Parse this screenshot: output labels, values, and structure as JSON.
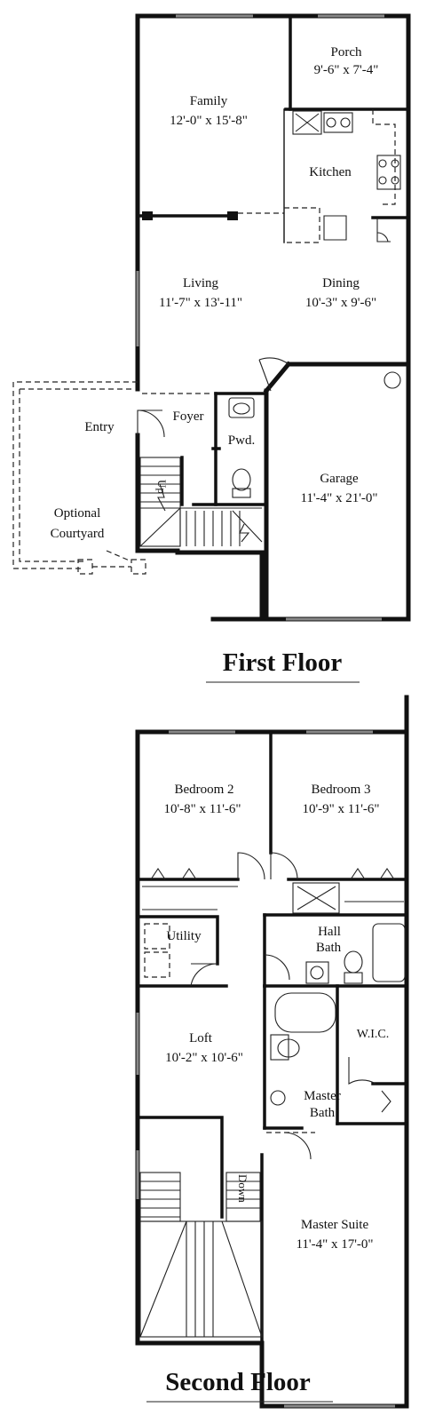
{
  "first_floor": {
    "title": "First Floor",
    "rooms": {
      "porch": {
        "name": "Porch",
        "dims": "9'-6\" x 7'-4\""
      },
      "family": {
        "name": "Family",
        "dims": "12'-0\" x 15'-8\""
      },
      "kitchen": {
        "name": "Kitchen"
      },
      "living": {
        "name": "Living",
        "dims": "11'-7\" x 13'-11\""
      },
      "dining": {
        "name": "Dining",
        "dims": "10'-3\" x 9'-6\""
      },
      "foyer": {
        "name": "Foyer"
      },
      "entry": {
        "name": "Entry"
      },
      "powder": {
        "name": "Pwd."
      },
      "garage": {
        "name": "Garage",
        "dims": "11'-4\" x 21'-0\""
      },
      "courtyard": {
        "name_line1": "Optional",
        "name_line2": "Courtyard"
      }
    },
    "stairs_label": "Up"
  },
  "second_floor": {
    "title": "Second Floor",
    "rooms": {
      "bedroom2": {
        "name": "Bedroom 2",
        "dims": "10'-8\" x 11'-6\""
      },
      "bedroom3": {
        "name": "Bedroom 3",
        "dims": "10'-9\" x 11'-6\""
      },
      "utility": {
        "name": "Utility"
      },
      "hall_bath": {
        "name_line1": "Hall",
        "name_line2": "Bath"
      },
      "wic": {
        "name": "W.I.C."
      },
      "loft": {
        "name": "Loft",
        "dims": "10'-2\" x 10'-6\""
      },
      "master_bath": {
        "name_line1": "Master",
        "name_line2": "Bath"
      },
      "master_suite": {
        "name": "Master Suite",
        "dims": "11'-4\" x 17'-0\""
      }
    },
    "stairs_label": "Down"
  }
}
